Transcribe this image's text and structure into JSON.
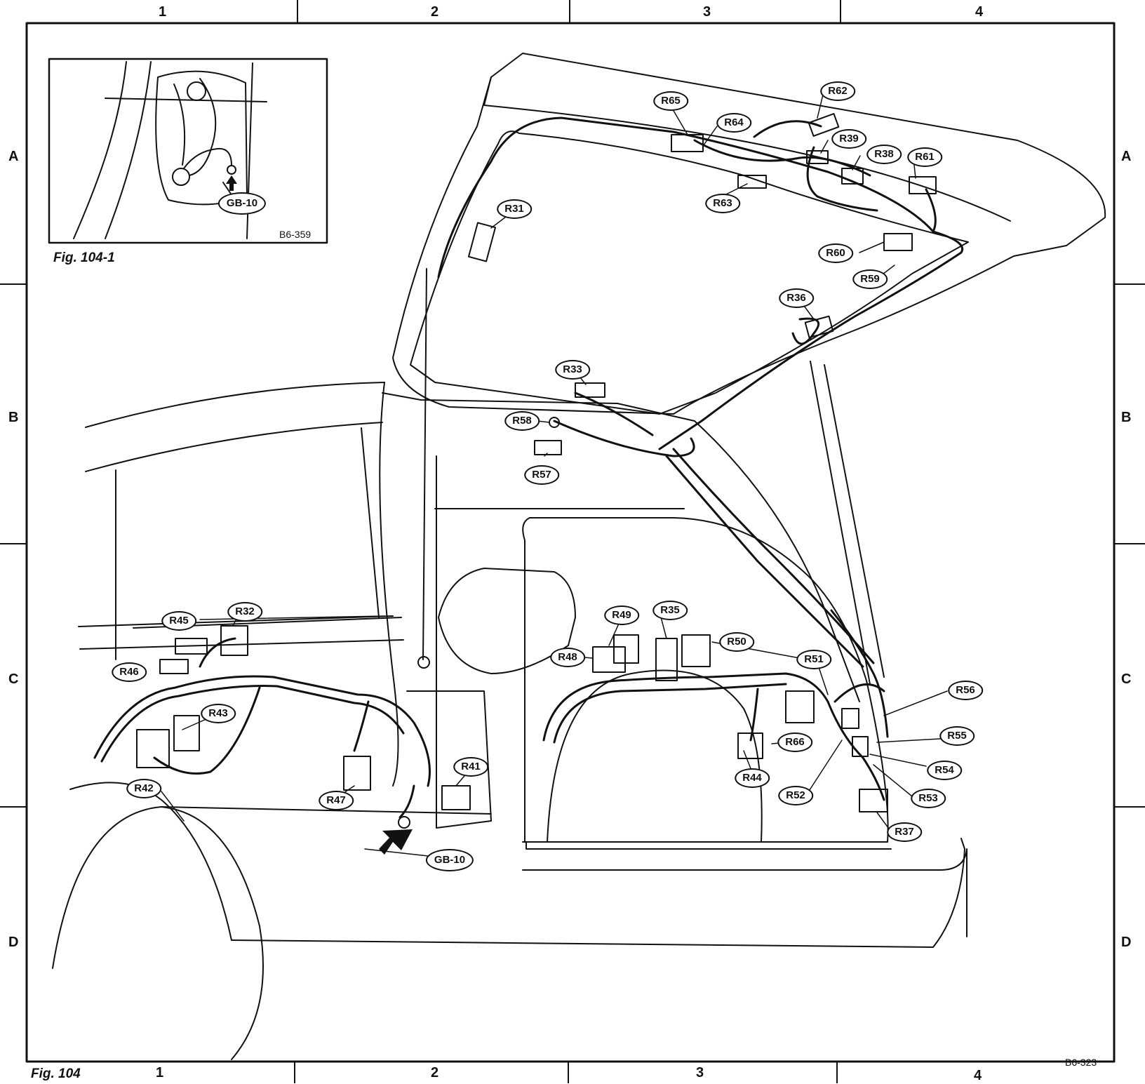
{
  "grid": {
    "columns": [
      "1",
      "2",
      "3",
      "4"
    ],
    "rows": [
      "A",
      "B",
      "C",
      "D"
    ]
  },
  "inset": {
    "ground_label": "GB-10",
    "reference": "B6-359",
    "caption": "Fig. 104-1"
  },
  "main": {
    "caption": "Fig. 104",
    "reference": "B6-323",
    "ground_label": "GB-10"
  },
  "connectors": [
    {
      "id": "r65",
      "label": "R65"
    },
    {
      "id": "r62",
      "label": "R62"
    },
    {
      "id": "r64",
      "label": "R64"
    },
    {
      "id": "r39",
      "label": "R39"
    },
    {
      "id": "r38",
      "label": "R38"
    },
    {
      "id": "r61",
      "label": "R61"
    },
    {
      "id": "r63",
      "label": "R63"
    },
    {
      "id": "r31",
      "label": "R31"
    },
    {
      "id": "r60",
      "label": "R60"
    },
    {
      "id": "r59",
      "label": "R59"
    },
    {
      "id": "r36",
      "label": "R36"
    },
    {
      "id": "r33",
      "label": "R33"
    },
    {
      "id": "r58",
      "label": "R58"
    },
    {
      "id": "r57",
      "label": "R57"
    },
    {
      "id": "r45",
      "label": "R45"
    },
    {
      "id": "r32",
      "label": "R32"
    },
    {
      "id": "r46",
      "label": "R46"
    },
    {
      "id": "r43",
      "label": "R43"
    },
    {
      "id": "r42",
      "label": "R42"
    },
    {
      "id": "r47",
      "label": "R47"
    },
    {
      "id": "r41",
      "label": "R41"
    },
    {
      "id": "r49",
      "label": "R49"
    },
    {
      "id": "r35",
      "label": "R35"
    },
    {
      "id": "r48",
      "label": "R48"
    },
    {
      "id": "r50",
      "label": "R50"
    },
    {
      "id": "r51",
      "label": "R51"
    },
    {
      "id": "r56",
      "label": "R56"
    },
    {
      "id": "r55",
      "label": "R55"
    },
    {
      "id": "r66",
      "label": "R66"
    },
    {
      "id": "r54",
      "label": "R54"
    },
    {
      "id": "r44",
      "label": "R44"
    },
    {
      "id": "r52",
      "label": "R52"
    },
    {
      "id": "r53",
      "label": "R53"
    },
    {
      "id": "r37",
      "label": "R37"
    }
  ]
}
